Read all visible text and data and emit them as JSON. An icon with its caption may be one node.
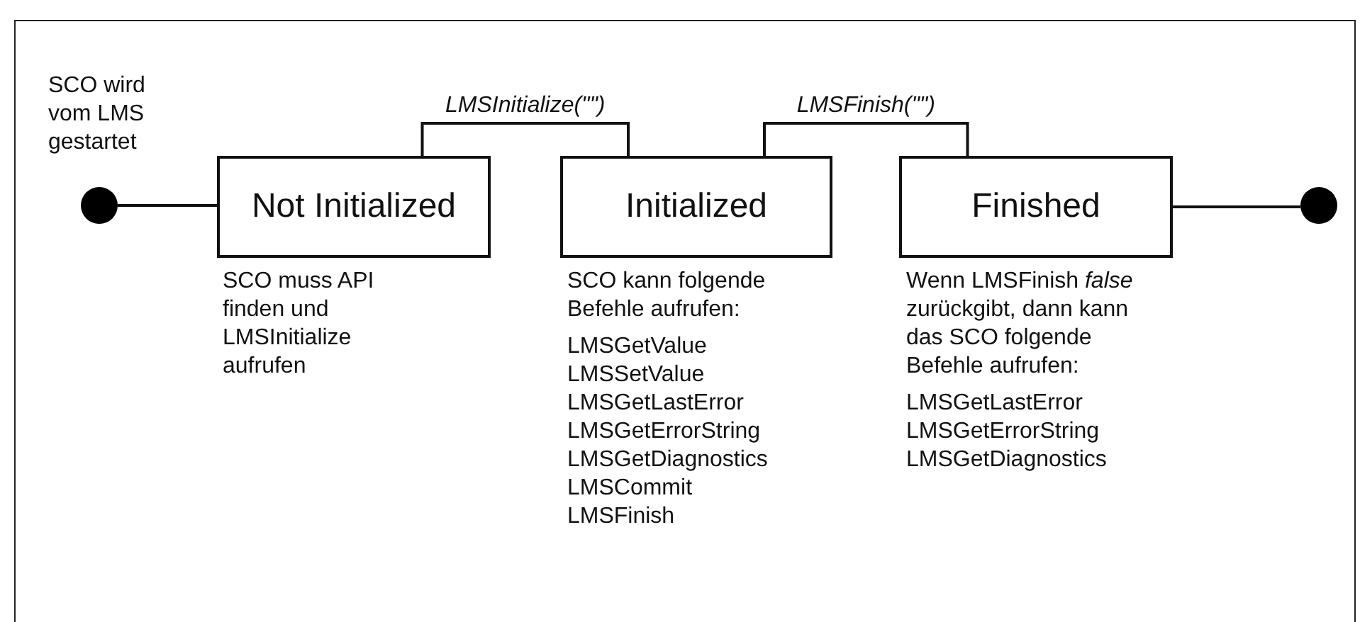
{
  "diagram": {
    "nodes": [
      {
        "text": [],
        "shape": "circle",
        "beside": [
          "SCO wird vom LMS gestartet"
        ]
      },
      {
        "text": [
          "Not Initialized"
        ],
        "beside": [
          "SCO muss API finden und LMSInitialize aufrufen"
        ]
      },
      {
        "text": [
          "Initialized"
        ],
        "beside": [
          "SCO kann folgende Befehle aufrufen:",
          "LMSGetValue",
          "LMSSetValue",
          "LMSGetLastError",
          "LMSGetErrorString",
          "LMSGetDiagnostics",
          "LMSCommit",
          "LMSFinish"
        ]
      },
      {
        "text": [
          "Finished"
        ],
        "beside": [
          "Wenn LMSFinish *false* zurückgibt, dann kann das SCO folgende Befehle aufrufen:",
          "LMSGetLastError",
          "LMSGetErrorString",
          "LMSGetDiagnostics"
        ]
      },
      {
        "text": [],
        "shape": "circle"
      }
    ],
    "edges": [
      {
        "from": 0,
        "to": 1,
        "arrow": "none"
      },
      {
        "from": 1,
        "to": 2,
        "arrow": "none",
        "label": "LMSInitialize(\"\")"
      },
      {
        "from": 2,
        "to": 3,
        "arrow": "none",
        "label": "LMSFinish(\"\")"
      },
      {
        "from": 3,
        "to": 4,
        "arrow": "none"
      }
    ]
  }
}
